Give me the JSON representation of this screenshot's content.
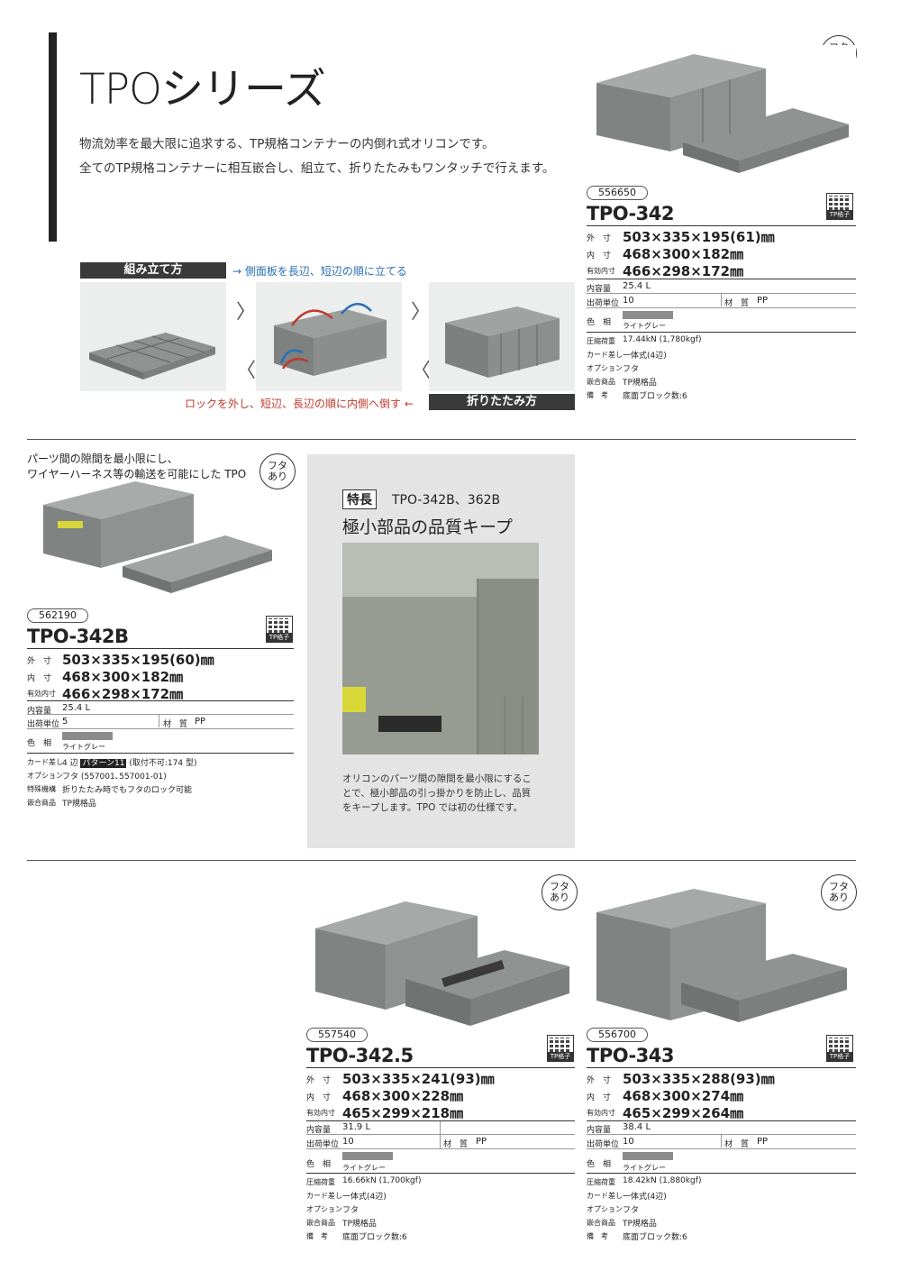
{
  "header": {
    "title": "TPOシリーズ",
    "intro1": "物流効率を最大限に追求する、TP規格コンテナーの内倒れ式オリコンです。",
    "intro2": "全てのTP規格コンテナーに相互嵌合し、組立て、折りたたみもワンタッチで行えます。"
  },
  "steps": {
    "assemble_label": "組み立て方",
    "assemble_note": "→ 側面板を長辺、短辺の順に立てる",
    "fold_label": "折りたたみ方",
    "fold_note": "ロックを外し、短辺、長辺の順に内側へ倒す ←",
    "chev_right": "〉",
    "chev_left": "〈"
  },
  "lid_badge": "フタ\nあり",
  "tp_icon_label": "TP格子",
  "labels": {
    "outer": "外　寸",
    "inner": "内　寸",
    "effective": "有効内寸",
    "capacity": "内容量",
    "unit": "出荷単位",
    "material": "材　質",
    "color": "色　相",
    "load": "圧縮荷重",
    "card": "カード差し",
    "option": "オプション",
    "compat": "嵌合商品",
    "note": "備　考",
    "special": "特殊機構"
  },
  "products": {
    "tpo342": {
      "code": "556650",
      "model": "TPO-342",
      "outer": "503×335×195(61)㎜",
      "inner": "468×300×182㎜",
      "effective": "466×298×172㎜",
      "capacity": "25.4 L",
      "unit": "10",
      "material": "PP",
      "color_name": "ライトグレー",
      "load": "17.44kN (1,780kgf)",
      "card": "一体式(4辺)",
      "option": "フタ",
      "compat": "TP規格品",
      "note": "底面ブロック数:6"
    },
    "tpo342b": {
      "desc1": "パーツ間の隙間を最小限にし、",
      "desc2": "ワイヤーハーネス等の輸送を可能にした TPO",
      "code": "562190",
      "model": "TPO-342B",
      "outer": "503×335×195(60)㎜",
      "inner": "468×300×182㎜",
      "effective": "466×298×172㎜",
      "capacity": "25.4 L",
      "unit": "5",
      "material": "PP",
      "color_name": "ライトグレー",
      "card_prefix": "4 辺",
      "card_pattern": "パターン11",
      "card_suffix": "(取付不可:174 型)",
      "option": "フタ (557001､557001-01)",
      "special": "折りたたみ時でもフタのロック可能",
      "compat": "TP規格品"
    },
    "tpo3425": {
      "code": "557540",
      "model": "TPO-342.5",
      "outer": "503×335×241(93)㎜",
      "inner": "468×300×228㎜",
      "effective": "465×299×218㎜",
      "capacity": "31.9 L",
      "unit": "10",
      "material": "PP",
      "color_name": "ライトグレー",
      "load": "16.66kN (1,700kgf)",
      "card": "一体式(4辺)",
      "option": "フタ",
      "compat": "TP規格品",
      "note": "底面ブロック数:6"
    },
    "tpo343": {
      "code": "556700",
      "model": "TPO-343",
      "outer": "503×335×288(93)㎜",
      "inner": "468×300×274㎜",
      "effective": "465×299×264㎜",
      "capacity": "38.4 L",
      "unit": "10",
      "material": "PP",
      "color_name": "ライトグレー",
      "load": "18.42kN (1,880kgf)",
      "card": "一体式(4辺)",
      "option": "フタ",
      "compat": "TP規格品",
      "note": "底面ブロック数:6"
    }
  },
  "feature": {
    "tag": "特長",
    "models": "TPO-342B、362B",
    "heading": "極小部品の品質キープ",
    "body1": "オリコンのパーツ間の隙間を最小限にするこ",
    "body2": "とで、極小部品の引っ掛かりを防止し、品質",
    "body3": "をキープします。TPO では初の仕様です。"
  },
  "colors": {
    "swatch": "#8c8c8c",
    "step_bar": "#3a3a3a",
    "arrow_blue": "#2a6fb5",
    "arrow_red": "#c0392b"
  }
}
